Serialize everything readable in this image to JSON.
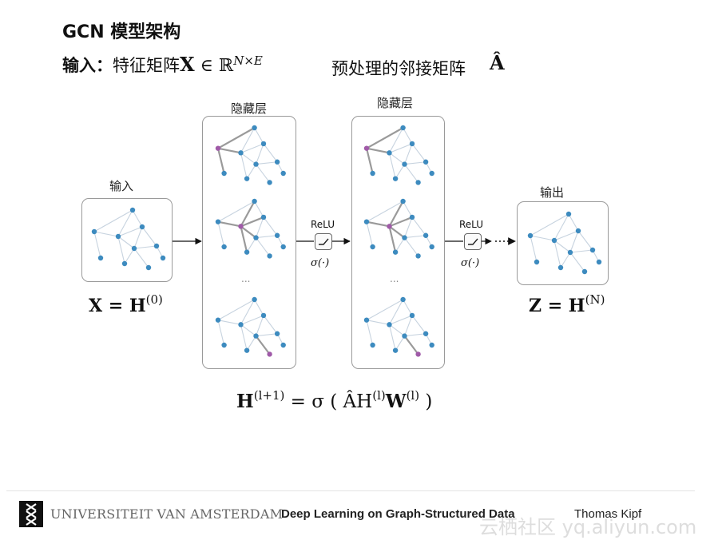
{
  "slide": {
    "title": "GCN  模型架构",
    "input_prefix": "输入：",
    "input_text": "特征矩阵",
    "input_math_X": "X",
    "input_math_rest": " ∈ ℝ",
    "input_math_sup": "N×E",
    "adj_text": "预处理的邻接矩阵",
    "adj_math": "Â"
  },
  "diagram": {
    "input_caption": "输入",
    "hidden_caption_1": "隐藏层",
    "hidden_caption_2": "隐藏层",
    "output_caption": "输出",
    "relu_1": "ReLU",
    "relu_2": "ReLU",
    "sigma_1": "σ(·)",
    "sigma_2": "σ(·)",
    "ellipsis_1": "...",
    "ellipsis_2": "...",
    "arrow_dots": "·····",
    "eq_input_left": "X = H",
    "eq_input_sup": "(0)",
    "eq_output_left": "Z = H",
    "eq_output_sup": "(N)",
    "propagation_h": "H",
    "propagation_sup": "(l+1)",
    "propagation_rest": " = σ ( ÂH",
    "propagation_sup2": "(l)",
    "propagation_w": "W",
    "propagation_sup3": "(l)",
    "propagation_close": " )"
  },
  "footer": {
    "university": "UNIVERSITEIT VAN AMSTERDAM",
    "talk_title": "Deep Learning on Graph-Structured Data",
    "author": "Thomas Kipf",
    "watermark": "云栖社区 yq.aliyun.com"
  },
  "colors": {
    "node_blue": "#3d8bbf",
    "node_purple": "#a05aa8",
    "edge_light": "#c7d3df",
    "edge_dark": "#9a9a9a",
    "panel_border": "#9a9a9a"
  }
}
